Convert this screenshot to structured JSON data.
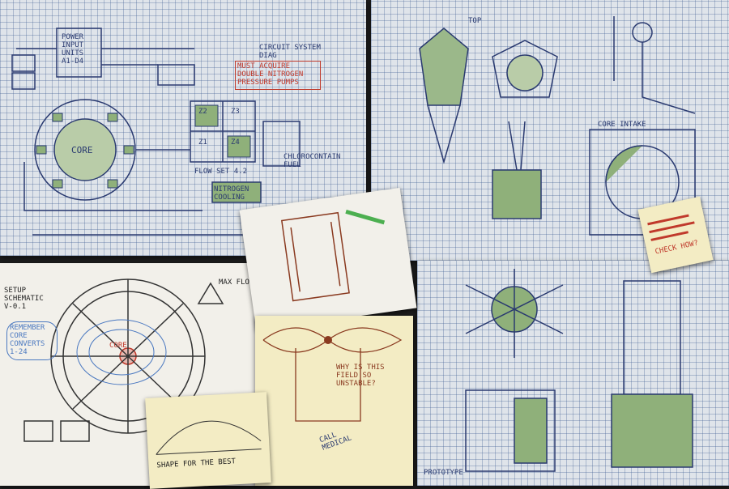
{
  "sheets": {
    "top_left": {
      "power_label": "POWER INPUT UNITS A1-D4",
      "core_label": "CORE",
      "warning_note": "MUST ACQUIRE DOUBLE NITROGEN PRESSURE PUMPS",
      "flow_label": "FLOW SET 4.2",
      "fuel_label": "CHLOROCONTAIN FUEL",
      "cooling_label": "NITROGEN COOLING",
      "circuit_label": "CIRCUIT SYSTEM DIAG",
      "grid_labels": [
        "Z2",
        "Z3",
        "Z1",
        "Z4"
      ]
    },
    "top_right": {
      "core_label": "CORE INTAKE",
      "top_label": "TOP"
    },
    "bottom_left": {
      "title": "SETUP SCHEMATIC V-0.1",
      "note": "REMEMBER CORE CONVERTS 1-24",
      "core_label": "CORE",
      "flow_note": "MAX FLOW"
    },
    "middle_notes": {
      "question": "WHY IS THIS FIELD SO UNSTABLE?",
      "call_note": "CALL MEDICAL",
      "shape_note": "SHAPE FOR THE BEST"
    },
    "sticky_note": {
      "text": "CHECK HOW?"
    },
    "bottom_right": {
      "stamp": "PROTOTYPE"
    }
  },
  "colors": {
    "blueprint": "#dfe4ea",
    "ink": "#2a3a70",
    "green_fill": "#8fb07a",
    "red_ink": "#c0392b",
    "sticky": "#f3ecc4"
  }
}
